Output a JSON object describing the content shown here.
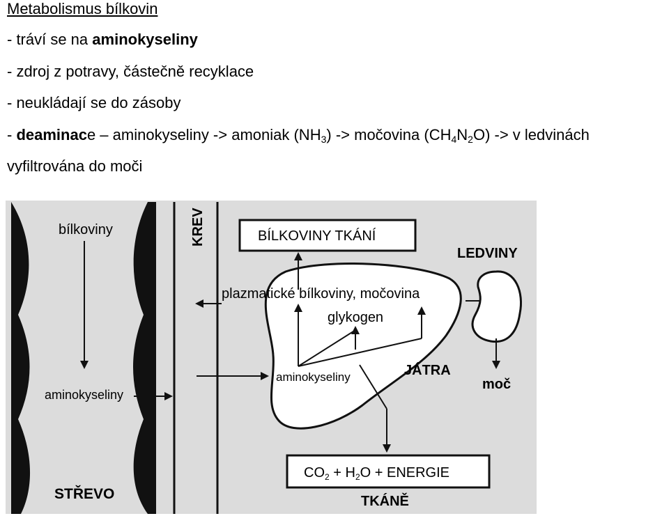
{
  "header": {
    "title": "Metabolismus bílkovin",
    "lines": [
      {
        "prefix": "- tráví se na ",
        "bold": "aminokyseliny"
      },
      {
        "text": "- zdroj z potravy, částečně recyklace"
      },
      {
        "text": "- neukládají se do zásoby"
      },
      {
        "prefix": "- ",
        "bold": "deaminac",
        "after": "e – aminokyseliny -> amoniak (NH",
        "sub1": "3",
        "mid": ") -> močovina (CH",
        "sub2": "4",
        "mid2": "N",
        "sub3": "2",
        "end": "O) -> v ledvinách"
      },
      {
        "text": "vyfiltrována do moči"
      }
    ]
  },
  "diagram": {
    "krev": "KREV",
    "bilkoviny": "bílkoviny",
    "aminokyseliny_strevo": "aminokyseliny",
    "strevo": "STŘEVO",
    "bilkoviny_tkani": "BÍLKOVINY TKÁNÍ",
    "ledviny": "LEDVINY",
    "plazmaticke": "plazmatické bílkoviny, močovina",
    "glykogen": "glykogen",
    "aminokyseliny_jatra": "aminokyseliny",
    "jatra": "JÁTRA",
    "moc": "moč",
    "co2": "CO",
    "co2_sub": "2",
    "plus1": " + H",
    "h2o_sub": "2",
    "energie": "O + ENERGIE",
    "tkane": "TKÁNĚ"
  }
}
